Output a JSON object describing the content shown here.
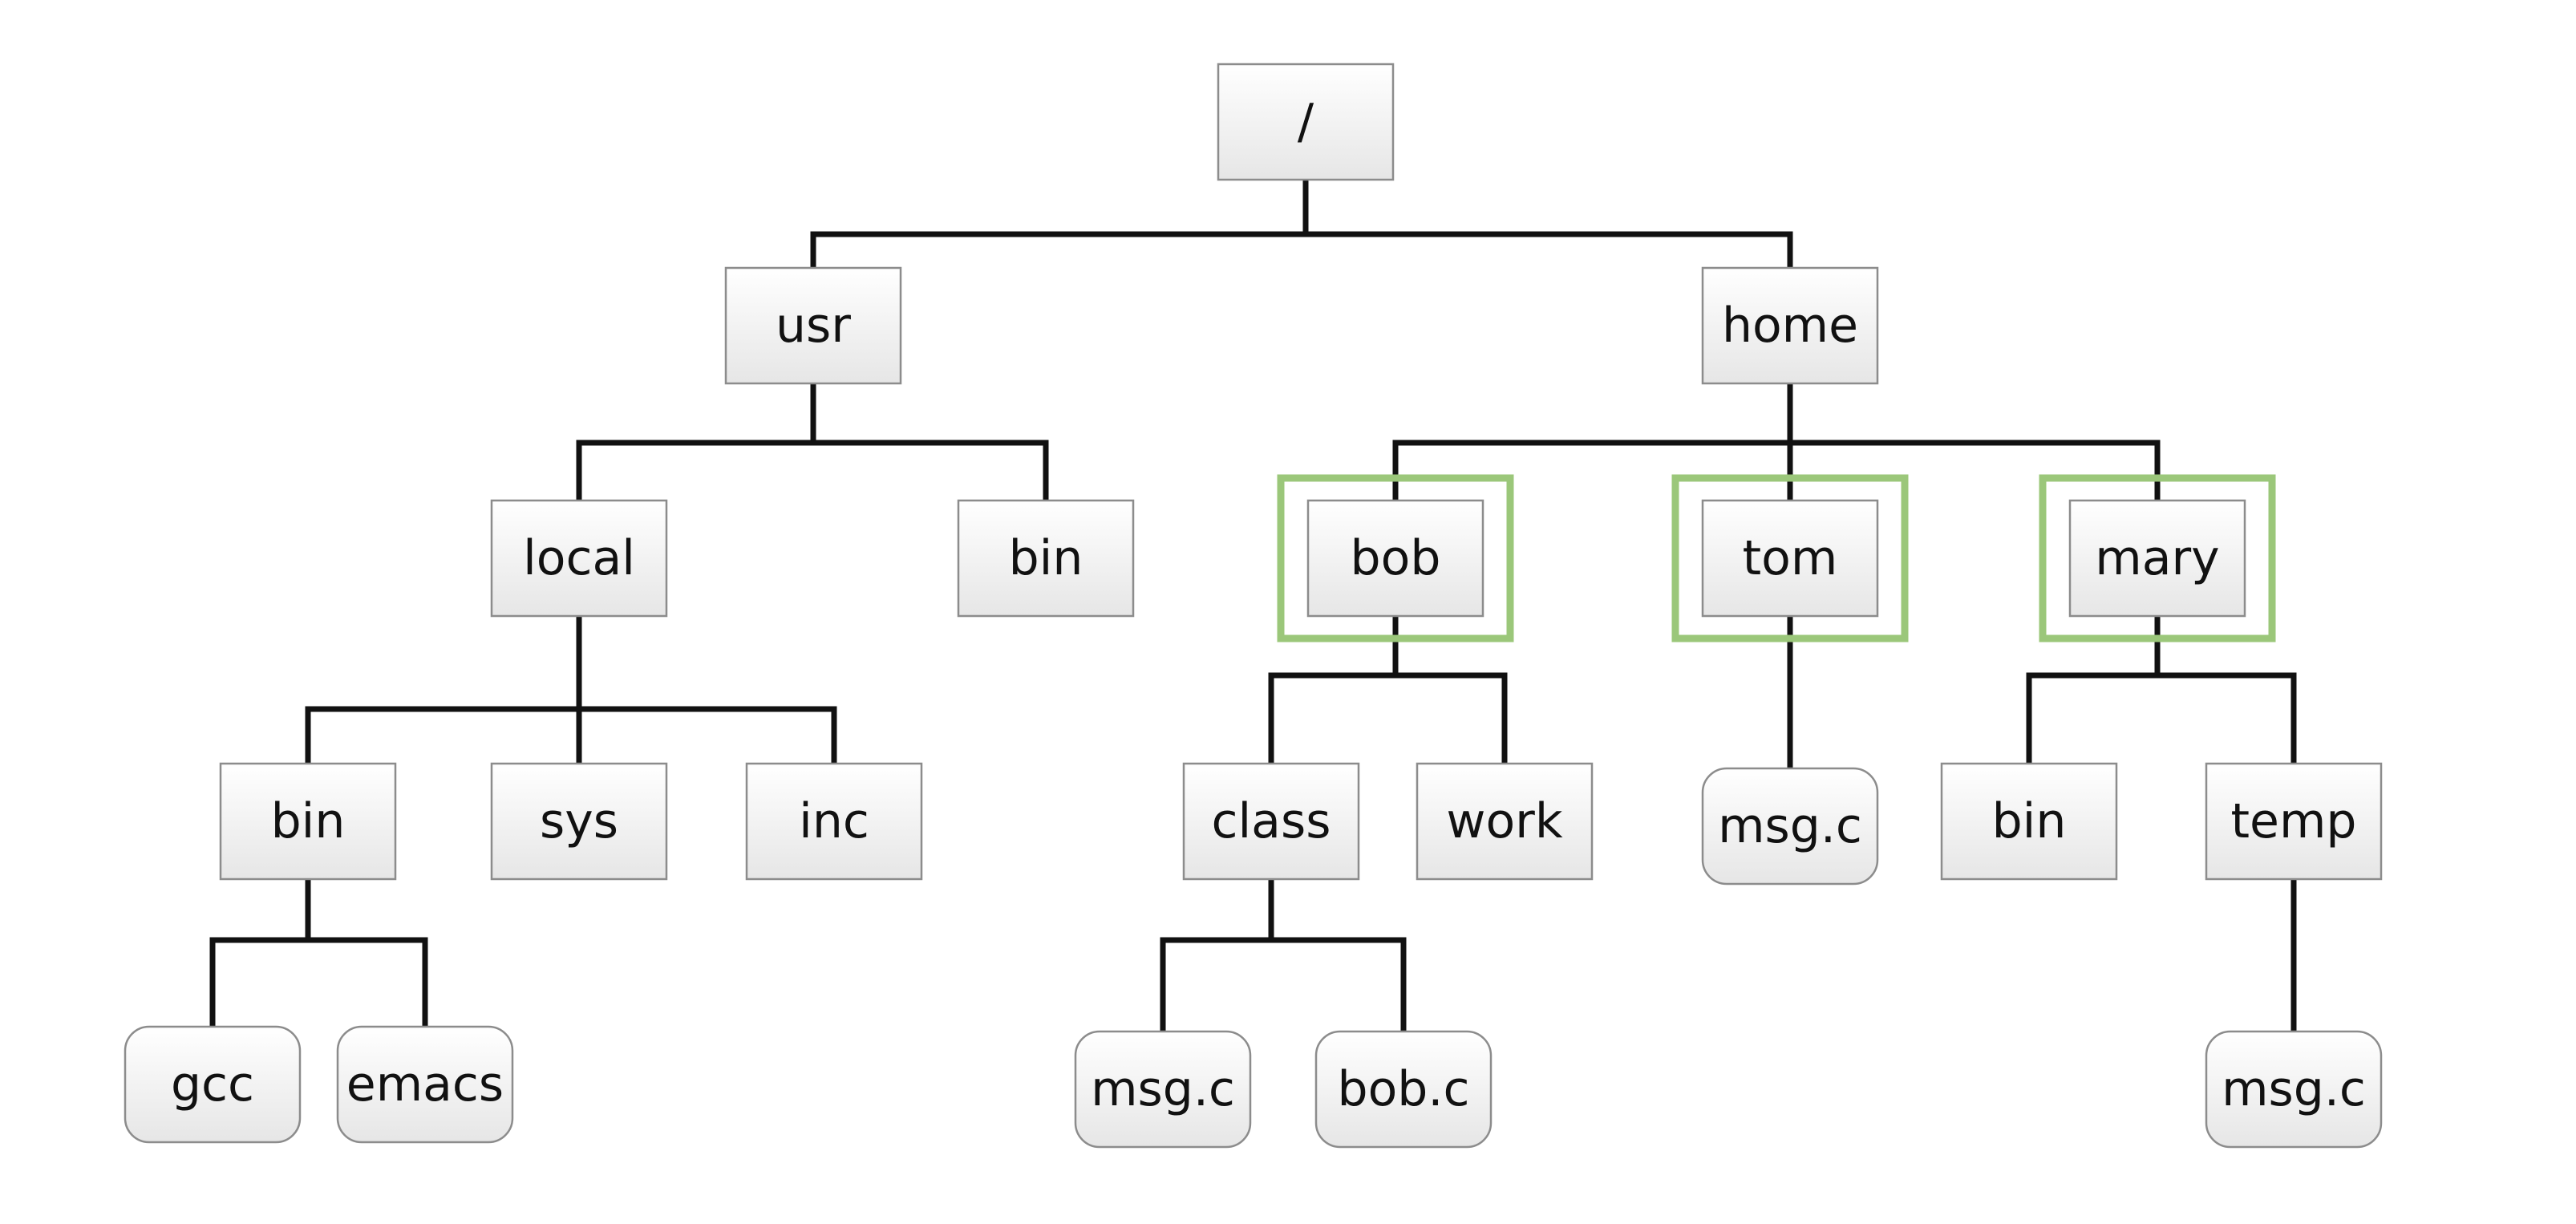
{
  "tree": {
    "root": {
      "label": "/",
      "kind": "directory",
      "children": [
        {
          "label": "usr",
          "kind": "directory",
          "children": [
            {
              "label": "local",
              "kind": "directory",
              "children": [
                {
                  "label": "bin",
                  "kind": "directory",
                  "children": [
                    {
                      "label": "gcc",
                      "kind": "file"
                    },
                    {
                      "label": "emacs",
                      "kind": "file"
                    }
                  ]
                },
                {
                  "label": "sys",
                  "kind": "directory"
                },
                {
                  "label": "inc",
                  "kind": "directory"
                }
              ]
            },
            {
              "label": "bin",
              "kind": "directory"
            }
          ]
        },
        {
          "label": "home",
          "kind": "directory",
          "children": [
            {
              "label": "bob",
              "kind": "directory",
              "highlighted": true,
              "children": [
                {
                  "label": "class",
                  "kind": "directory",
                  "children": [
                    {
                      "label": "msg.c",
                      "kind": "file"
                    },
                    {
                      "label": "bob.c",
                      "kind": "file"
                    }
                  ]
                },
                {
                  "label": "work",
                  "kind": "directory"
                }
              ]
            },
            {
              "label": "tom",
              "kind": "directory",
              "highlighted": true,
              "children": [
                {
                  "label": "msg.c",
                  "kind": "file"
                }
              ]
            },
            {
              "label": "mary",
              "kind": "directory",
              "highlighted": true,
              "children": [
                {
                  "label": "bin",
                  "kind": "directory"
                },
                {
                  "label": "temp",
                  "kind": "directory",
                  "children": [
                    {
                      "label": "msg.c",
                      "kind": "file"
                    }
                  ]
                }
              ]
            }
          ]
        }
      ]
    }
  },
  "colors": {
    "edge": "#111111",
    "node_border": "#8c8c8c",
    "node_fill_top": "#ffffff",
    "node_fill_bottom": "#e6e6e6",
    "highlight": "#9bc77a",
    "text": "#111111"
  }
}
